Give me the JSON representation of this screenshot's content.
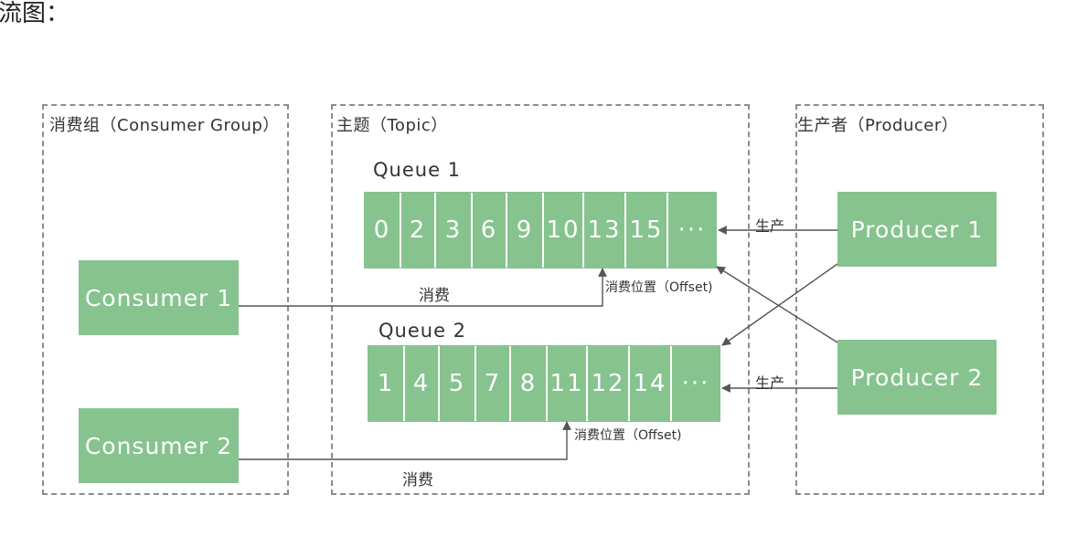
{
  "header_fragment": "流图：",
  "groups": {
    "consumer_group": "消费组（Consumer Group）",
    "topic": "主题（Topic）",
    "producer": "生产者（Producer）"
  },
  "queues": [
    {
      "label": "Queue 1",
      "cells": [
        "0",
        "2",
        "3",
        "6",
        "9",
        "10",
        "13",
        "15",
        "···"
      ]
    },
    {
      "label": "Queue 2",
      "cells": [
        "1",
        "4",
        "5",
        "7",
        "8",
        "11",
        "12",
        "14",
        "···"
      ]
    }
  ],
  "consumers": [
    "Consumer 1",
    "Consumer 2"
  ],
  "producers": [
    "Producer 1",
    "Producer 2"
  ],
  "labels": {
    "consume": "消费",
    "produce": "生产",
    "offset": "消费位置（Offset)"
  },
  "colors": {
    "box_fill": "#86c38e",
    "border": "#8c8c8c",
    "line": "#555555"
  }
}
